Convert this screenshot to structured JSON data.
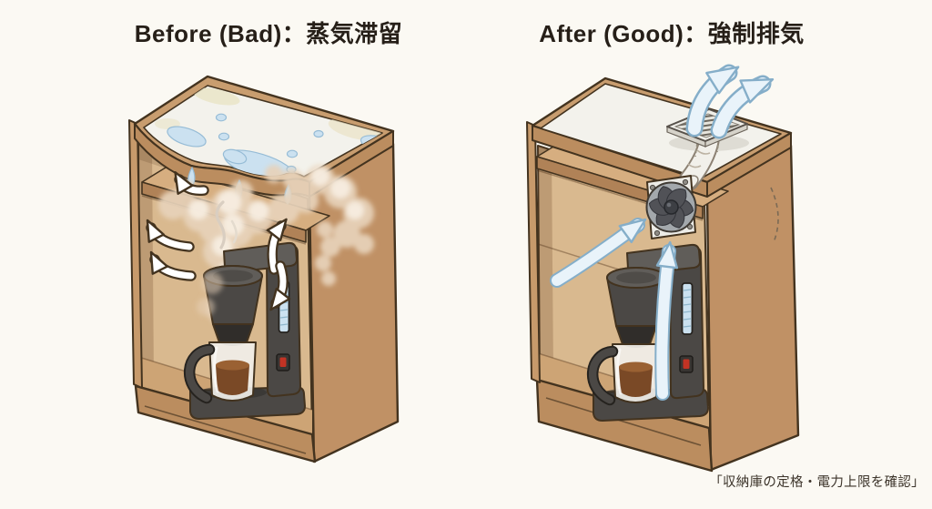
{
  "titles": {
    "before": "Before (Bad)：蒸気滞留",
    "after": "After (Good)：強制排気"
  },
  "caption": "「収納庫の定格・電力上限を確認」",
  "colors": {
    "bg": "#fbf9f3",
    "ink": "#43331f",
    "wood-rim": "#c89d6f",
    "wood-front": "#bb8d5f",
    "wood-side": "#c09165",
    "wood-back": "#d9b98f",
    "wood-floor": "#cda475",
    "wood-shelf-top": "#d6ae80",
    "wood-shelf-front": "#b08257",
    "wood-stile": "#c79a6b",
    "top-white": "#f3f2ec",
    "steam": "#e8d3ba",
    "steam-core": "#f8efe3",
    "water": "#cbe1f0",
    "water-edge": "#96bcd6",
    "stain": "#e9e3c6",
    "arrow-blue": "#e9f3fa",
    "arrow-blue-edge": "#85aec9",
    "machine": "#4b4845",
    "machine-dark": "#302d2a",
    "machine-mid": "#605d59",
    "glass": "#f0eee8",
    "coffee": "#7a4926",
    "coffee-top": "#9a6133",
    "red": "#c23324",
    "fan-face": "#edece7",
    "fan-ring": "#a3a8ac",
    "fan-blade": "#515257",
    "duct": "#f2f0ea",
    "duct-edge": "#8c8173",
    "grille": "#f0efe9",
    "grille-slat": "#6b665d",
    "title": "#261f18",
    "caption": "#3c342a"
  },
  "elements": {
    "before": [
      "warped-cabinet-top",
      "condensation-puddles",
      "condensation-droplets",
      "water-drips",
      "trapped-steam-clouds",
      "steam-circulation-arrows",
      "cabinet-shelf",
      "coffee-maker"
    ],
    "after": [
      "clean-cabinet-top",
      "exhaust-grille",
      "exhaust-duct",
      "exhaust-fan",
      "intake-airflow-arrows",
      "outflow-arrows",
      "cabinet-shelf",
      "coffee-maker"
    ]
  }
}
